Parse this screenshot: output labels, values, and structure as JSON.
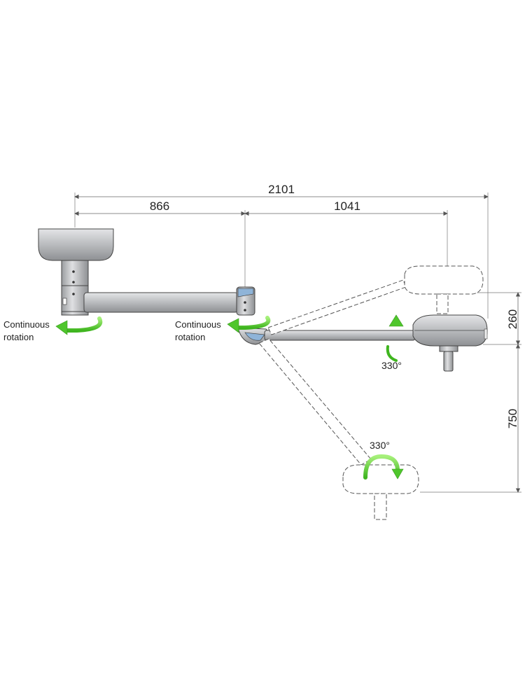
{
  "dimensions": {
    "total_reach": "2101",
    "primary_arm": "866",
    "spring_arm": "1041",
    "upper_travel": "260",
    "lower_travel": "750"
  },
  "rotations": {
    "ceiling_mount": {
      "line1": "Continuous",
      "line2": "rotation"
    },
    "arm_joint": {
      "line1": "Continuous",
      "line2": "rotation"
    },
    "head_side": "330°",
    "head_bottom": "330°"
  },
  "colors": {
    "body": "#b9bbbe",
    "arrow_green": "#5fd13a",
    "joint_blue": "#8fb4d8",
    "outline": "#444444"
  }
}
